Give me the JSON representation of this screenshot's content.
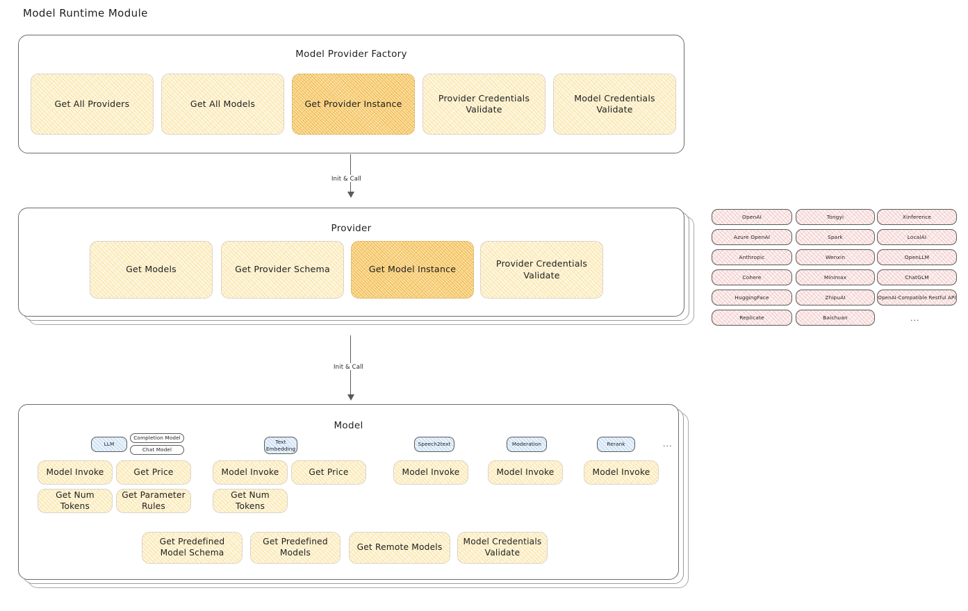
{
  "page": {
    "title": "Model Runtime Module",
    "accent_yellow": "#fdf6df",
    "accent_yellow_hot": "#fbe3b0",
    "accent_pink": "#fdf1f1",
    "accent_blue": "#e9f2fb",
    "stroke": "#6b6b6b"
  },
  "factory": {
    "title": "Model Provider Factory",
    "ops": [
      {
        "label": "Get All Providers",
        "highlighted": false
      },
      {
        "label": "Get All Models",
        "highlighted": false
      },
      {
        "label": "Get Provider Instance",
        "highlighted": true
      },
      {
        "label": "Provider Credentials Validate",
        "highlighted": false
      },
      {
        "label": "Model Credentials Validate",
        "highlighted": false
      }
    ]
  },
  "connector_1": {
    "label": "Init & Call"
  },
  "provider": {
    "title": "Provider",
    "ops": [
      {
        "label": "Get Models",
        "highlighted": false
      },
      {
        "label": "Get Provider Schema",
        "highlighted": false
      },
      {
        "label": "Get Model Instance",
        "highlighted": true
      },
      {
        "label": "Provider Credentials Validate",
        "highlighted": false
      }
    ]
  },
  "connector_2": {
    "label": "Init & Call"
  },
  "provider_list": {
    "columns": [
      [
        "OpenAI",
        "Azure OpenAI",
        "Anthropic",
        "Cohere",
        "HuggingFace",
        "Replicate"
      ],
      [
        "Tongyi",
        "Spark",
        "Wenxin",
        "Minimax",
        "ZhipuAI",
        "Baichuan"
      ],
      [
        "Xinference",
        "LocalAI",
        "OpenLLM",
        "ChatGLM",
        "OpenAI-Compatible Restful API"
      ]
    ],
    "more": "..."
  },
  "model": {
    "title": "Model",
    "more": "...",
    "types": [
      {
        "name": "LLM",
        "sub_chips": [
          "Completion Model",
          "Chat Model"
        ],
        "ops": [
          {
            "label": "Model Invoke",
            "highlighted": true
          },
          {
            "label": "Get Price",
            "highlighted": false
          },
          {
            "label": "Get Num Tokens",
            "highlighted": false
          },
          {
            "label": "Get Parameter Rules",
            "highlighted": false
          }
        ]
      },
      {
        "name": "Text Embedding",
        "sub_chips": [],
        "ops": [
          {
            "label": "Model Invoke",
            "highlighted": true
          },
          {
            "label": "Get Price",
            "highlighted": false
          },
          {
            "label": "Get Num Tokens",
            "highlighted": false
          }
        ]
      },
      {
        "name": "Speech2text",
        "sub_chips": [],
        "ops": [
          {
            "label": "Model Invoke",
            "highlighted": true
          }
        ]
      },
      {
        "name": "Moderation",
        "sub_chips": [],
        "ops": [
          {
            "label": "Model Invoke",
            "highlighted": true
          }
        ]
      },
      {
        "name": "Rerank",
        "sub_chips": [],
        "ops": [
          {
            "label": "Model Invoke",
            "highlighted": true
          }
        ]
      }
    ],
    "common_ops": [
      "Get Predefined Model Schema",
      "Get Predefined Models",
      "Get Remote Models",
      "Model Credentials Validate"
    ]
  }
}
